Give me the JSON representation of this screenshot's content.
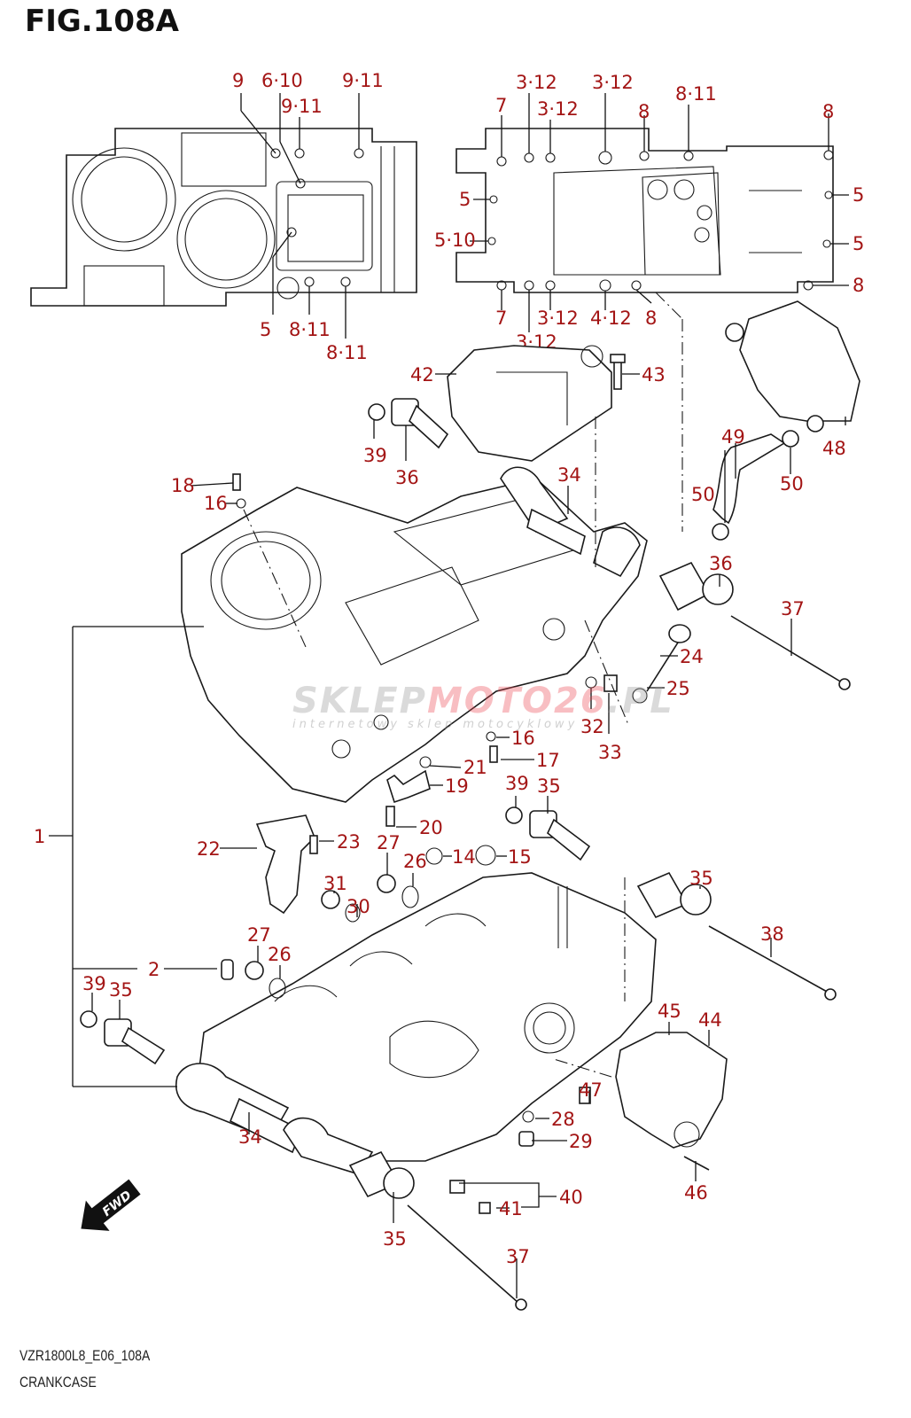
{
  "figure": {
    "title": "FIG.108A",
    "model_code": "VZR1800L8_E06_108A",
    "name": "CRANKCASE",
    "label_color": "#a31515",
    "forward_arrow_label": "FWD"
  },
  "watermark": {
    "part_a": "SKLEP",
    "part_b": "MOTO26",
    "suffix": ".PL",
    "subtitle": "internetowy sklep motocyklowy"
  },
  "callouts": {
    "top_left_view": [
      "9",
      "6·10",
      "9·11",
      "9·11",
      "5",
      "8·11",
      "8·11"
    ],
    "top_right_view": [
      "3·12",
      "3·12",
      "3·12",
      "7",
      "8",
      "8·11",
      "8",
      "5",
      "5·10",
      "5",
      "5",
      "8",
      "7",
      "3·12",
      "4·12",
      "8",
      "3·12"
    ],
    "main": {
      "c1": "1",
      "c2": "2",
      "c14": "14",
      "c15": "15",
      "c16a": "16",
      "c16b": "16",
      "c17": "17",
      "c18": "18",
      "c19": "19",
      "c20": "20",
      "c21": "21",
      "c22": "22",
      "c23": "23",
      "c24": "24",
      "c25": "25",
      "c26a": "26",
      "c26b": "26",
      "c27a": "27",
      "c27b": "27",
      "c28": "28",
      "c29": "29",
      "c30": "30",
      "c31": "31",
      "c32": "32",
      "c33": "33",
      "c34a": "34",
      "c34b": "34",
      "c35a": "35",
      "c35b": "35",
      "c35c": "35",
      "c35d": "35",
      "c36a": "36",
      "c36b": "36",
      "c37a": "37",
      "c37b": "37",
      "c38": "38",
      "c39a": "39",
      "c39b": "39",
      "c39c": "39",
      "c40": "40",
      "c41": "41",
      "c42": "42",
      "c43": "43",
      "c44": "44",
      "c45": "45",
      "c46": "46",
      "c47": "47",
      "c48": "48",
      "c49": "49",
      "c50a": "50",
      "c50b": "50"
    }
  }
}
